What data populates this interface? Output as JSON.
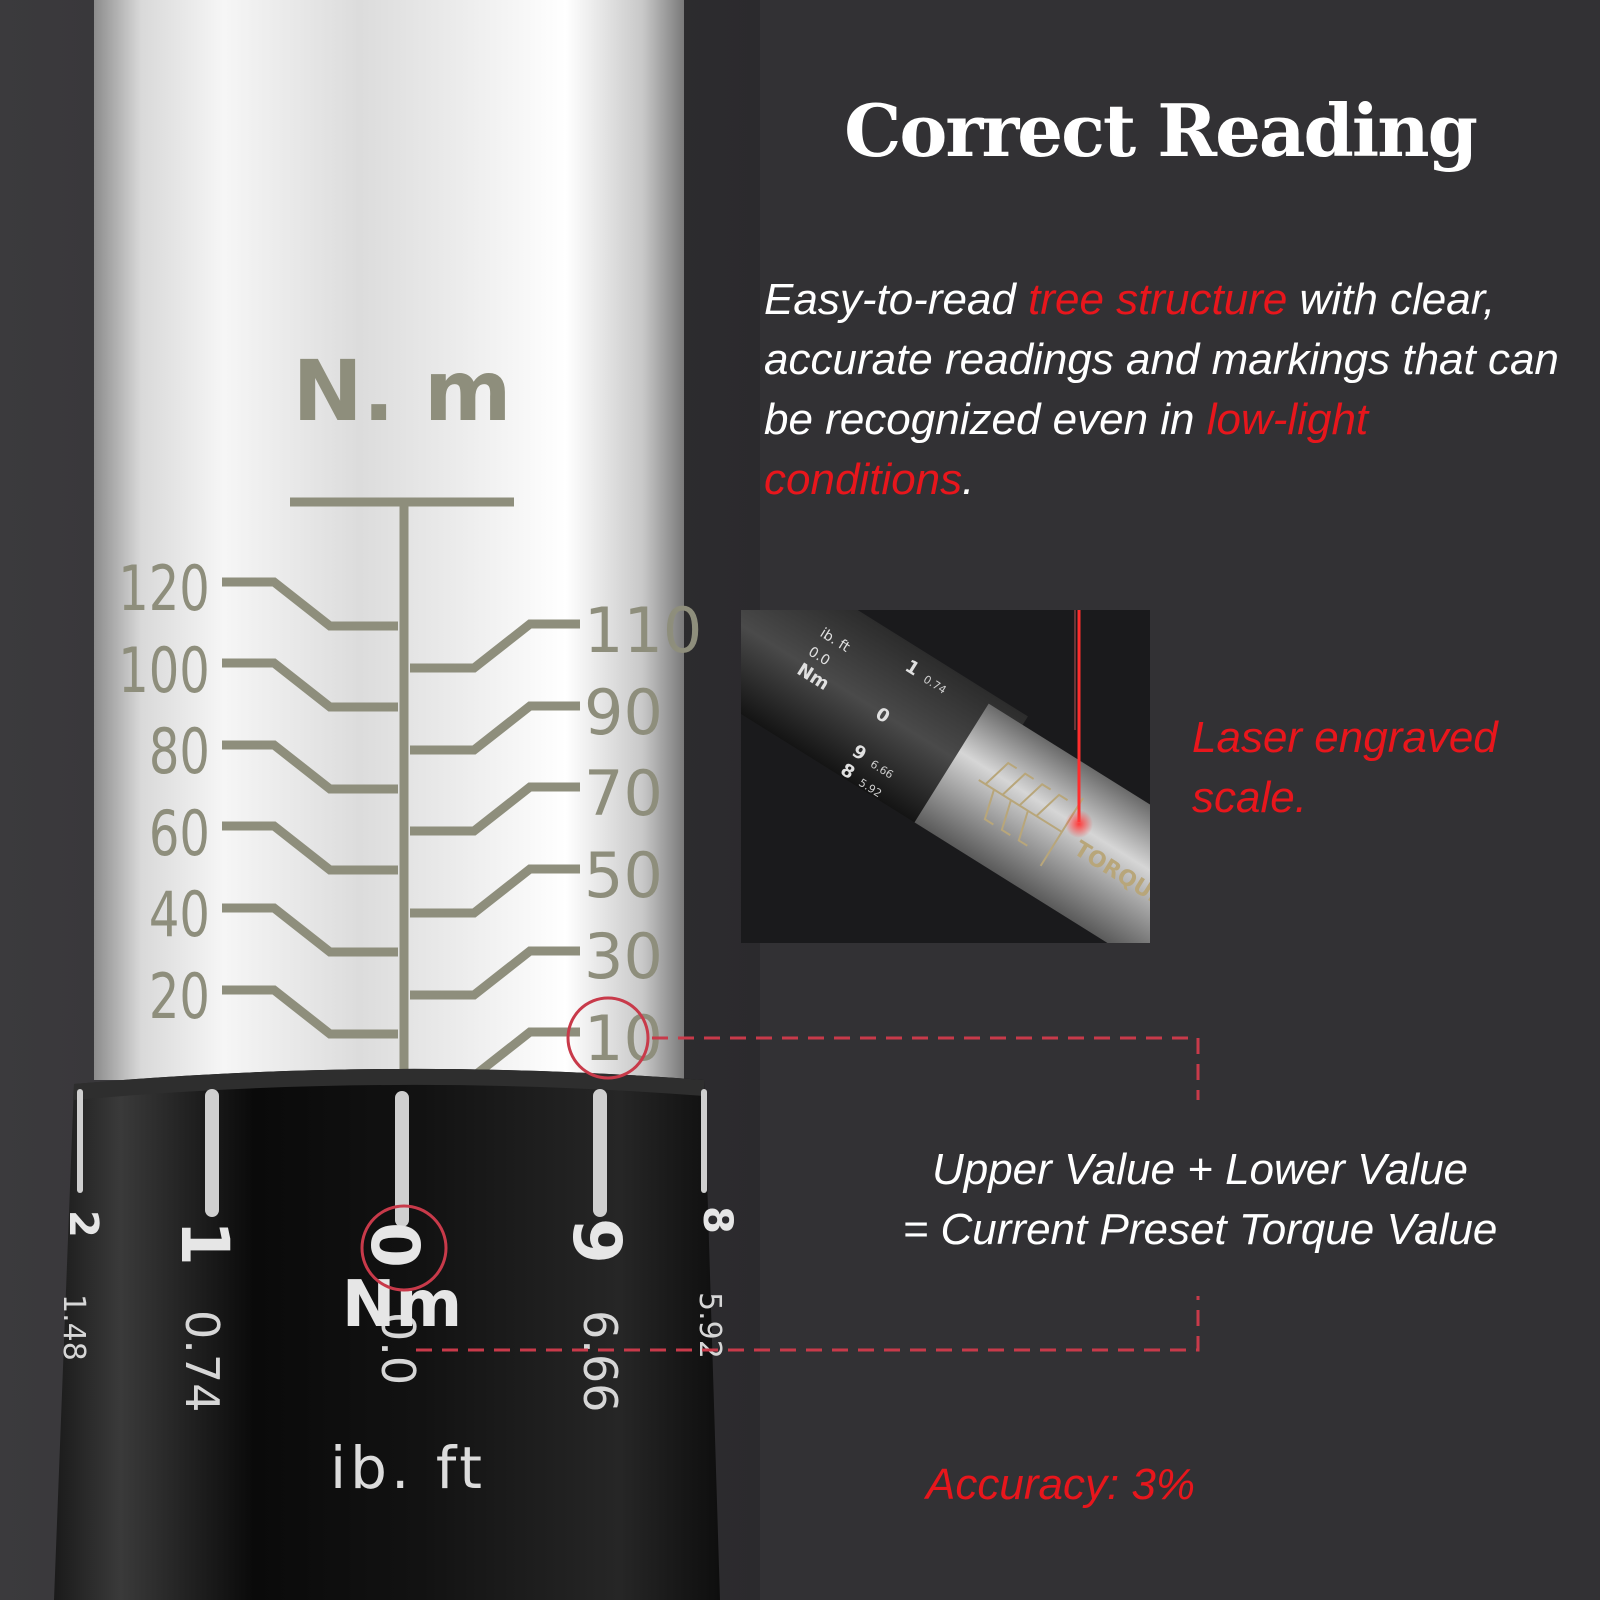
{
  "headline": "Correct Reading",
  "description": {
    "part1": "Easy-to-read ",
    "highlight1": "tree structure",
    "part2": " with clear, accurate readings and markings that can be recognized even in ",
    "highlight2": "low-light conditions",
    "part3": "."
  },
  "scale": {
    "unit_top": "N. m",
    "left_values": [
      "120",
      "100",
      "80",
      "60",
      "40",
      "20"
    ],
    "right_values": [
      "110",
      "90",
      "70",
      "50",
      "30",
      "10"
    ],
    "highlighted_value": "10"
  },
  "sleeve": {
    "main_digits": [
      "2",
      "1",
      "0",
      "9",
      "8"
    ],
    "sub_values": [
      "1.48",
      "0.74",
      "0.0",
      "6.66",
      "5.92"
    ],
    "unit_nm": "Nm",
    "unit_lbft": "ib. ft"
  },
  "photo_inset": {
    "engraving": "TORQUE",
    "unit_nm": "Nm",
    "unit_lbft": "ib. ft",
    "sub_value": "0.0",
    "digits": [
      "1",
      "0",
      "9",
      "8"
    ],
    "sub_values": [
      "0.74",
      "6.66",
      "5.92"
    ]
  },
  "laser_caption": "Laser engraved scale.",
  "formula": {
    "line1": "Upper Value + Lower Value",
    "line2": "= Current Preset Torque Value"
  },
  "accuracy": "Accuracy: 3%",
  "colors": {
    "background": "#323134",
    "highlight": "#e8161c",
    "engraving": "#8e8e7c",
    "sleeve": "#0d0d0d"
  }
}
